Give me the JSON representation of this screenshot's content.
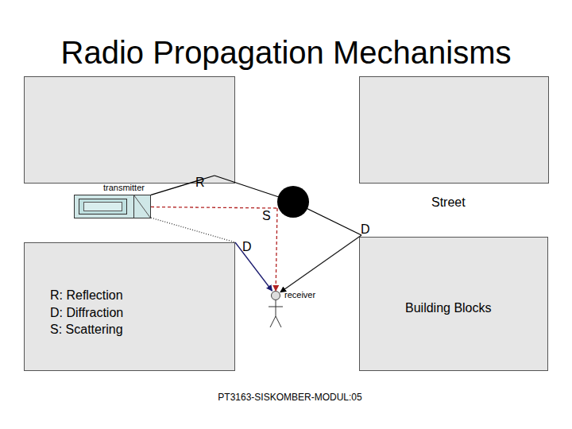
{
  "diagram": {
    "title": "Radio Propagation Mechanisms",
    "nodes": [
      {
        "text": [
          "transmitter"
        ]
      },
      {
        "text": [
          "R: Reflection",
          "D: Diffraction",
          "S: Scattering"
        ]
      },
      {
        "text": [
          "receiver"
        ]
      },
      {
        "text": [
          "Building Blocks"
        ]
      }
    ],
    "edges": [
      {
        "from": 0,
        "to": 2,
        "arrow": "to"
      },
      {
        "from": 0,
        "to": 2,
        "arrow": "to"
      },
      {
        "from": 0,
        "to": 2,
        "arrow": "to"
      }
    ],
    "labels": [
      "R",
      "Street",
      "S",
      "D",
      "D",
      "PT3163-SISKOMBER-MODUL:05"
    ]
  }
}
